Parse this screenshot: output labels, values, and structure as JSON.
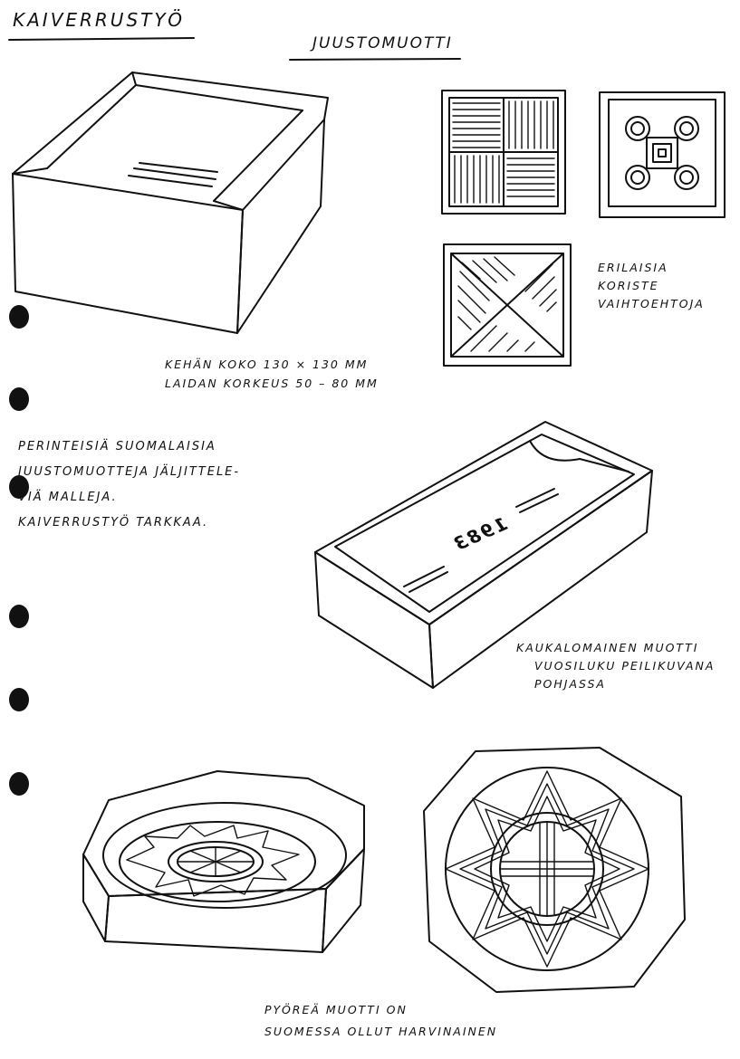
{
  "title": "KAIVERRUSTYÖ",
  "subtitle": "JUUSTOMUOTTI",
  "frame_size": {
    "line1": "KEHÄN KOKO   130 × 130 mm",
    "line2": "LAIDAN KORKEUS   50 – 80 mm"
  },
  "decor_options": {
    "line1": "ERILAISIA",
    "line2": "KORISTE",
    "line3": "VAIHTOEHTOJA"
  },
  "intro": {
    "line1": "PERINTEISIÄ SUOMALAISIA",
    "line2": "JUUSTOMUOTTEJA JÄLJITTELE-",
    "line3": "VIÄ MALLEJA.",
    "line4": "KAIVERRUSTYÖ TARKKAA."
  },
  "trough_mold": {
    "line1": "KAUKALOMAINEN MUOTTI",
    "line2": "VUOSILUKU PEILIKUVANA",
    "line3": "POHJASSA",
    "year_mirrored": "1983"
  },
  "round_mold": {
    "line1": "PYÖREÄ MUOTTI ON",
    "line2": "SUOMESSA OLLUT HARVINAINEN"
  }
}
